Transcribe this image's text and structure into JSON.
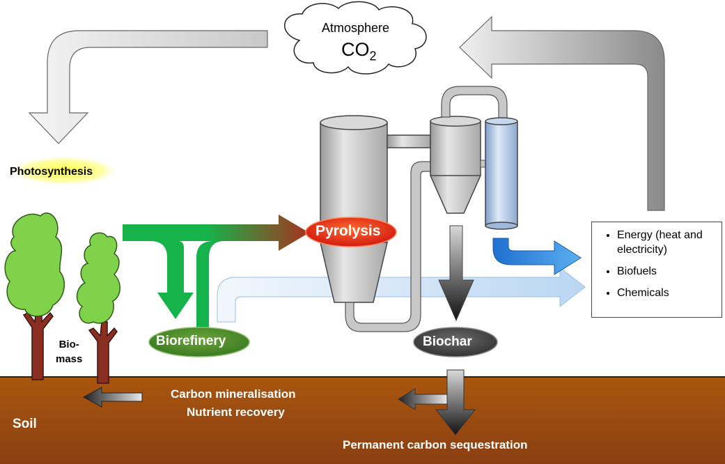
{
  "atmosphere": {
    "title": "Atmosphere",
    "co2_main": "CO",
    "co2_sub": "2"
  },
  "labels": {
    "photosynthesis": "Photosynthesis",
    "biomass_line1": "Bio-",
    "biomass_line2": "mass",
    "soil": "Soil",
    "carbon_mineralisation": "Carbon mineralisation",
    "nutrient_recovery": "Nutrient recovery",
    "permanent_sequestration": "Permanent carbon sequestration",
    "pyrolysis": "Pyrolysis",
    "biorefinery": "Biorefinery",
    "biochar": "Biochar"
  },
  "products": [
    "Energy (heat and electricity)",
    "Biofuels",
    "Chemicals"
  ],
  "colors": {
    "soil": "#a0500f",
    "tree_leaf": "#7fd24a",
    "trunk": "#8b2e22",
    "biomass_arrow": "#1aad4a",
    "pyrolysis": "#d8261a",
    "biorefinery": "#4a8a2a",
    "biochar": "#4a4a4a",
    "energy_arrow": "#2d8ee0",
    "light_blue_arrow": "#d6e8f8"
  }
}
